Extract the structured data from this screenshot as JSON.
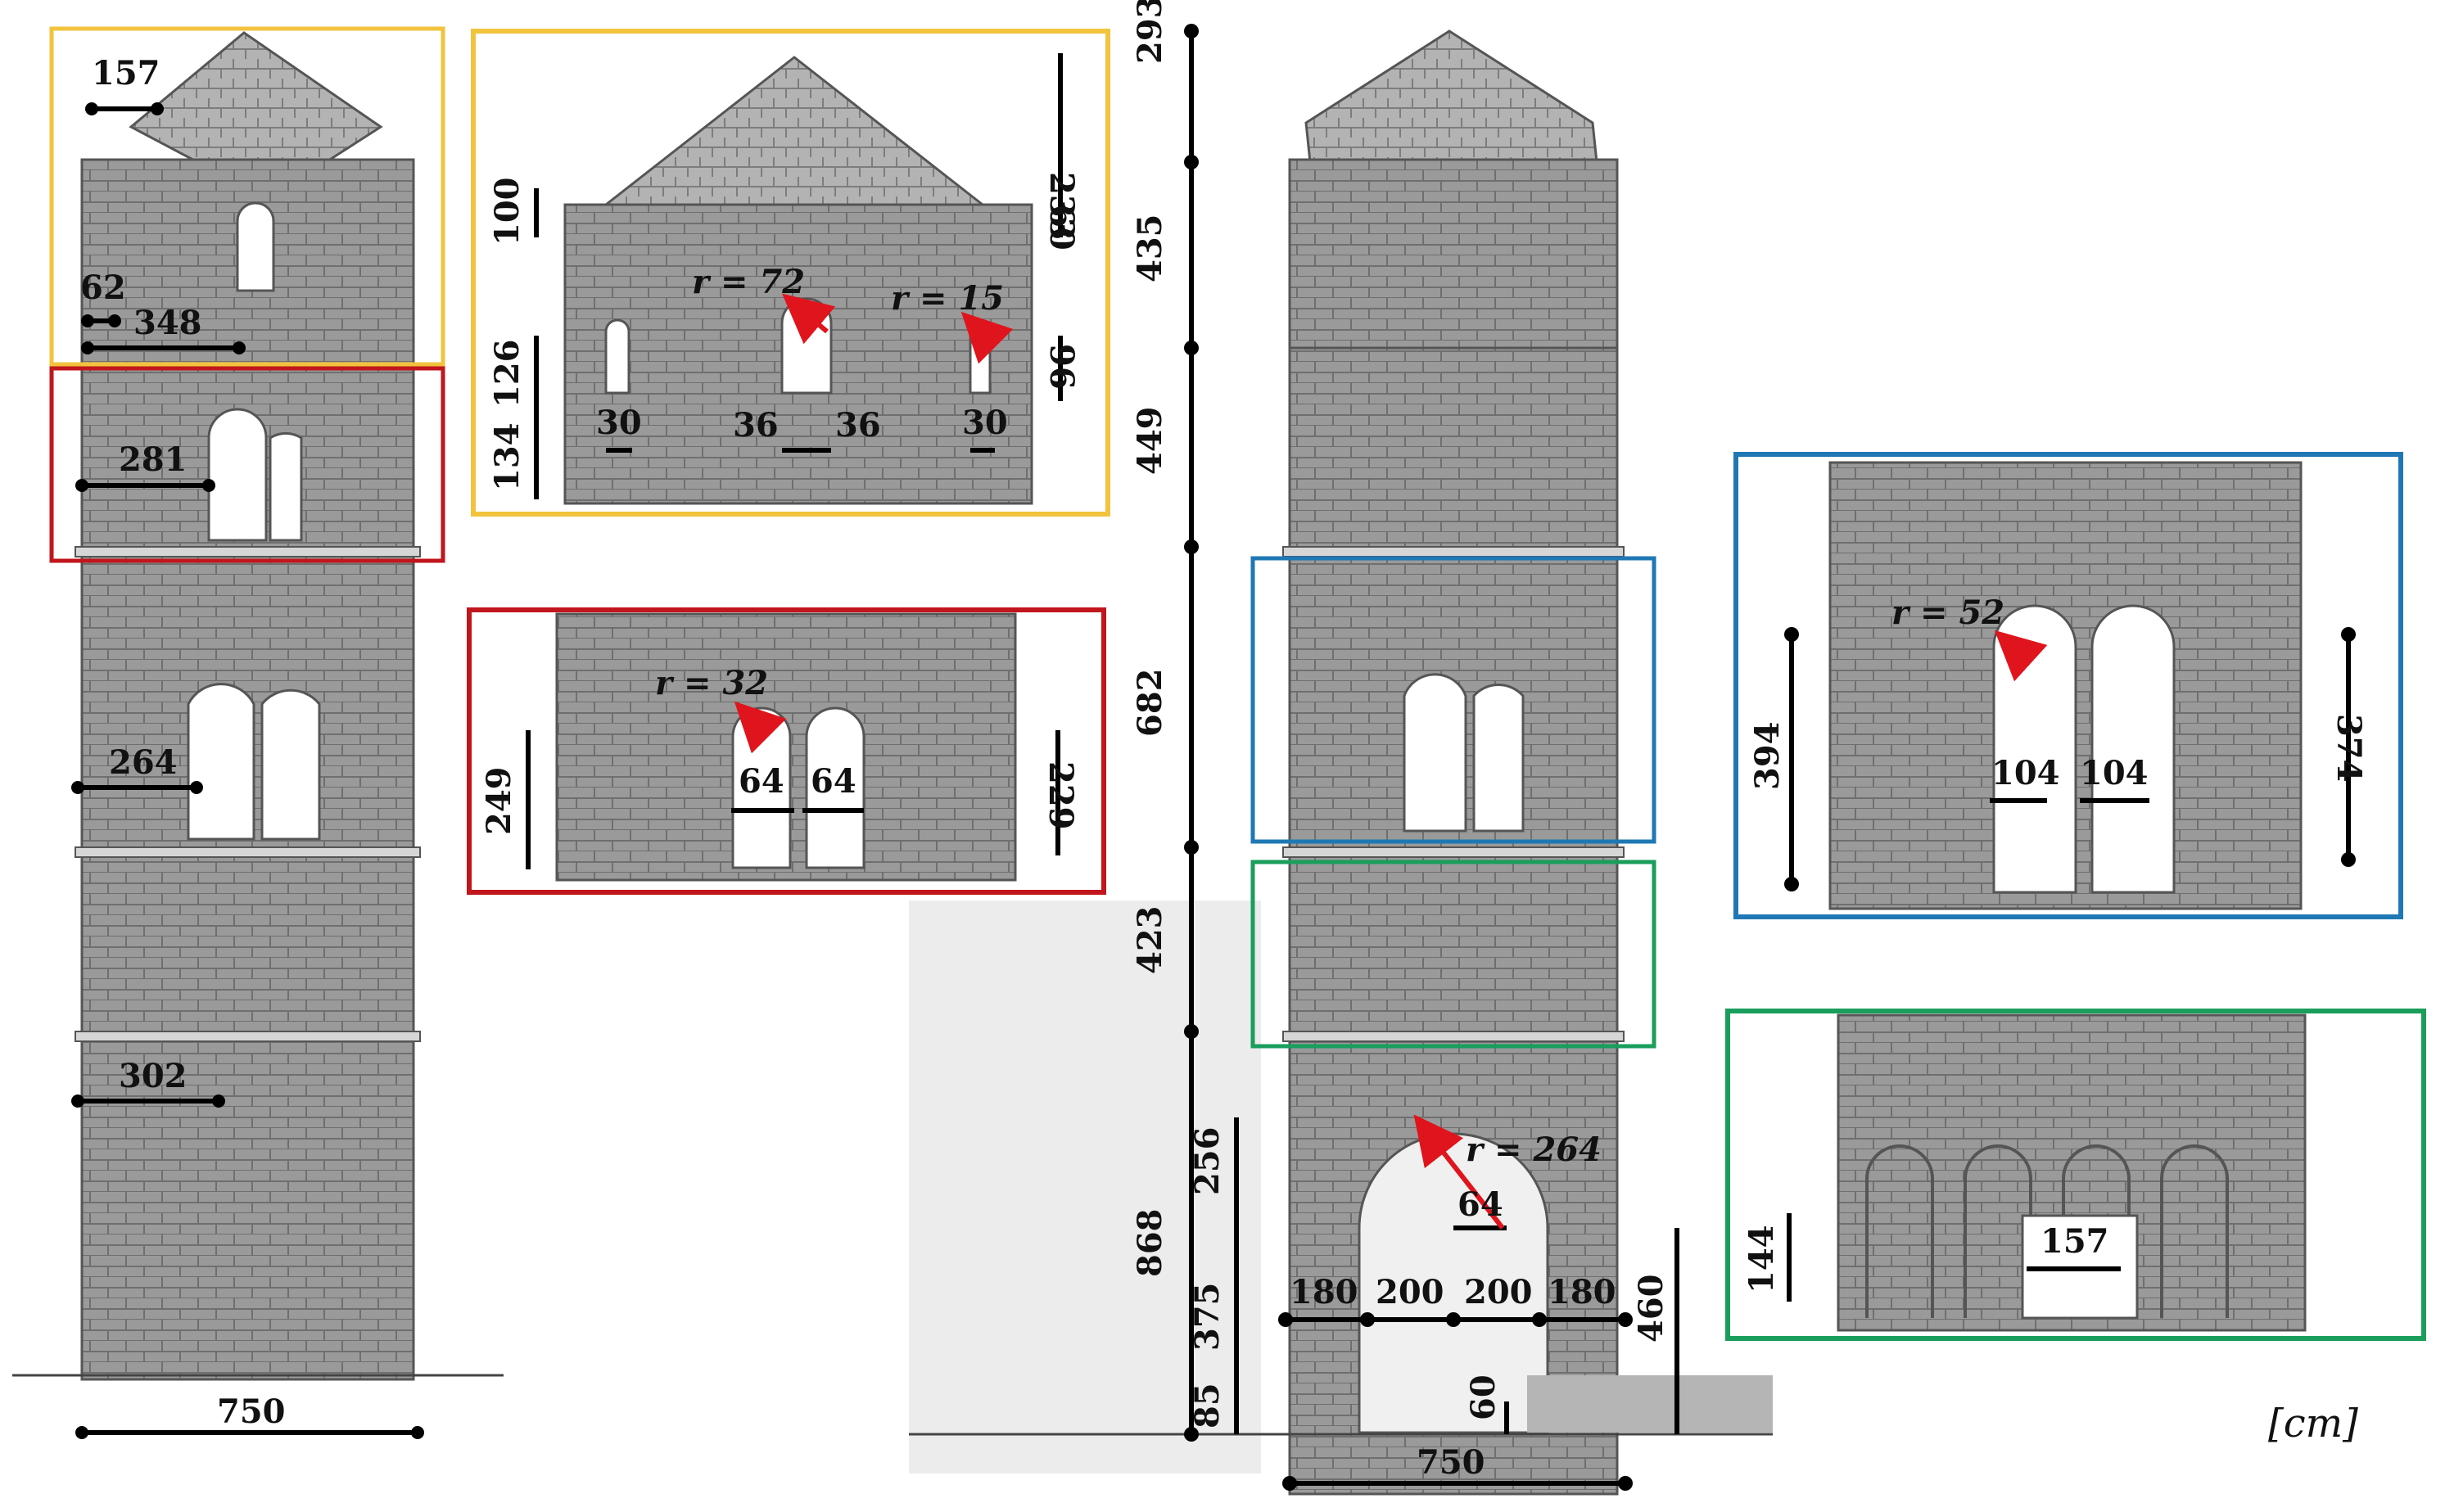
{
  "unit_label": "[cm]",
  "left_elevation": {
    "dims": [
      "157",
      "62",
      "348",
      "281",
      "264",
      "302",
      "750"
    ]
  },
  "detail_yellow": {
    "dims": [
      "100",
      "233",
      "60",
      "126",
      "134",
      "96",
      "30",
      "36",
      "36",
      "30"
    ],
    "radii": [
      "r = 72",
      "r = 15"
    ]
  },
  "detail_red": {
    "dims": [
      "249",
      "229",
      "64",
      "64"
    ],
    "radius": "r = 32"
  },
  "main_elevation": {
    "vertical_dims": [
      "293",
      "435",
      "449",
      "682",
      "423",
      "868"
    ],
    "portal_dims": [
      "256",
      "375",
      "85",
      "60",
      "460"
    ],
    "horizontal_dims": [
      "180",
      "200",
      "200",
      "180",
      "750",
      "64"
    ],
    "radius": "r = 264"
  },
  "detail_blue": {
    "dims": [
      "394",
      "374",
      "104",
      "104"
    ],
    "radius": "r = 52"
  },
  "detail_green": {
    "dims": [
      "144",
      "157"
    ]
  },
  "colors": {
    "yellow_frame": "#f2c33d",
    "red_frame": "#c0161c",
    "blue_frame": "#1f78b4",
    "green_frame": "#1a9e5c",
    "stone": "#8e8e8e",
    "roof": "#a3a3a3",
    "radius_arrow": "#e0141c"
  }
}
